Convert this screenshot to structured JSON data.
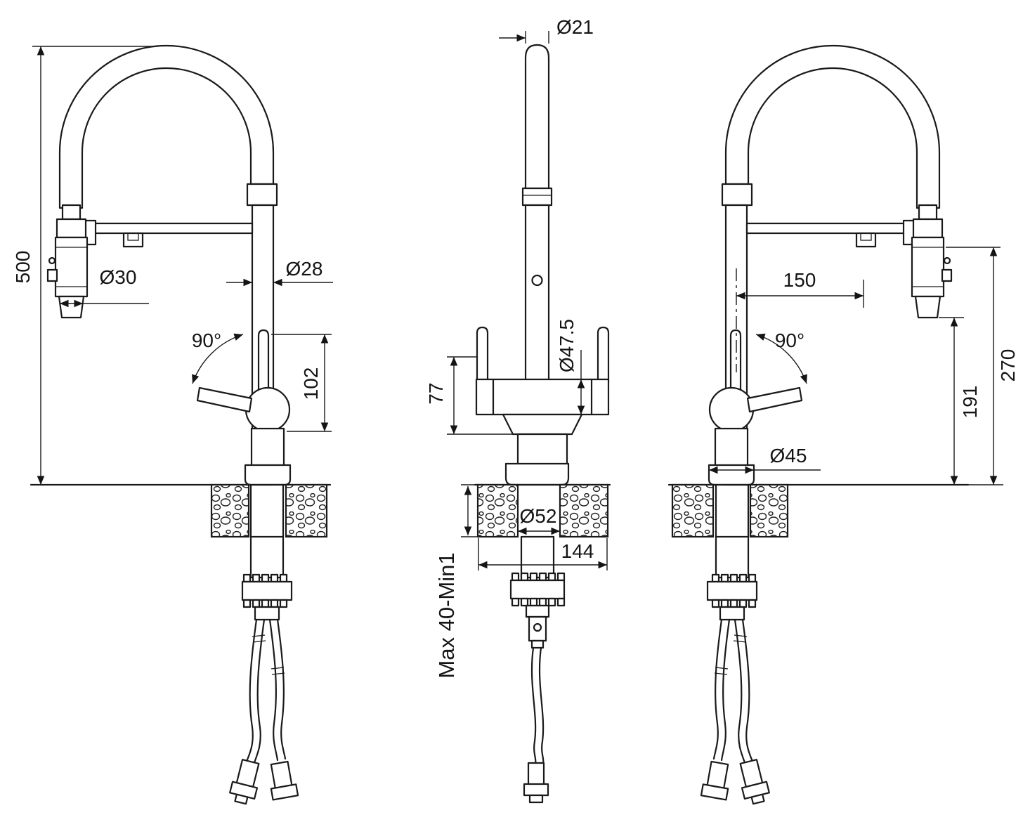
{
  "dims": {
    "overall_height": "500",
    "spray_head_diameter": "Ø30",
    "spout_column_diameter": "Ø28",
    "handle_swing_left": "90°",
    "handle_zone_height": "102",
    "spout_tube_diameter": "Ø21",
    "body_diameter": "Ø47.5",
    "body_height": "77",
    "shank_diameter": "Ø52",
    "deck_span": "144",
    "deck_thickness": "Max 40-Min1",
    "spout_reach": "150",
    "underspout_height": "270",
    "outlet_height": "191",
    "handle_swing_right": "90°",
    "base_diameter": "Ø45"
  }
}
